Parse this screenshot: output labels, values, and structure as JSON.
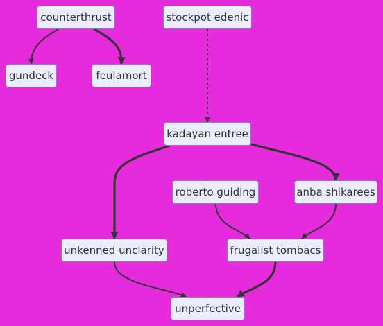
{
  "diagram": {
    "background": "#e62bdc",
    "node_fill": "#ececff",
    "node_border": "#9370db",
    "edge_color": "#333333",
    "nodes": {
      "counterthrust": "counterthrust",
      "stockpot_edenic": "stockpot edenic",
      "gundeck": "gundeck",
      "feulamort": "feulamort",
      "kadayan_entree": "kadayan entree",
      "roberto_guiding": "roberto guiding",
      "anba_shikarees": "anba shikarees",
      "unkenned_unclarity": "unkenned unclarity",
      "frugalist_tombacs": "frugalist tombacs",
      "unperfective": "unperfective"
    },
    "edges": [
      {
        "from": "counterthrust",
        "to": "gundeck",
        "style": "normal"
      },
      {
        "from": "counterthrust",
        "to": "feulamort",
        "style": "thick"
      },
      {
        "from": "stockpot_edenic",
        "to": "kadayan_entree",
        "style": "dotted"
      },
      {
        "from": "kadayan_entree",
        "to": "unkenned_unclarity",
        "style": "thick"
      },
      {
        "from": "kadayan_entree",
        "to": "anba_shikarees",
        "style": "thick"
      },
      {
        "from": "roberto_guiding",
        "to": "frugalist_tombacs",
        "style": "normal"
      },
      {
        "from": "anba_shikarees",
        "to": "frugalist_tombacs",
        "style": "normal"
      },
      {
        "from": "unkenned_unclarity",
        "to": "unperfective",
        "style": "normal"
      },
      {
        "from": "frugalist_tombacs",
        "to": "unperfective",
        "style": "thick"
      }
    ]
  }
}
